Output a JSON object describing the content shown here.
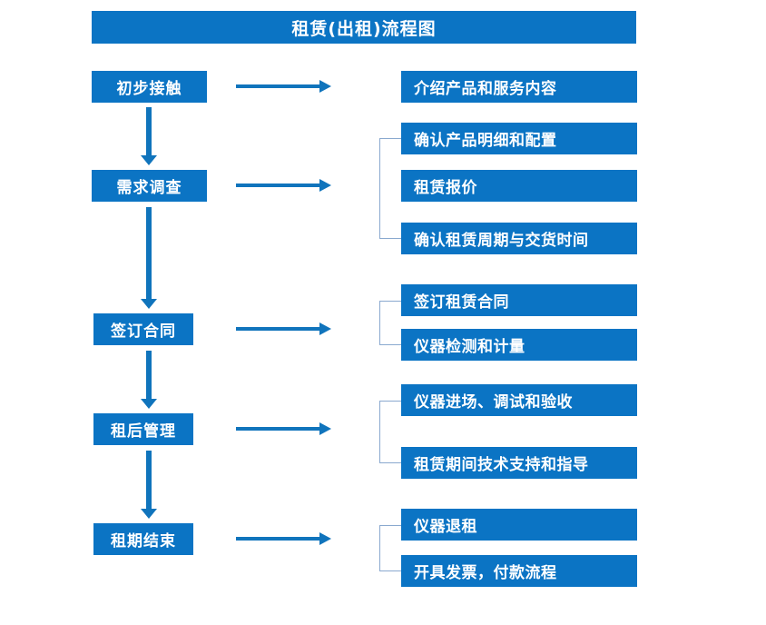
{
  "title": "租赁(出租)流程图",
  "colors": {
    "box_blue": "#0b74c4",
    "arrow_blue": "#1074bc",
    "bracket_blue": "#8aa9cf",
    "text_white": "#ffffff",
    "background": "#ffffff"
  },
  "stages": [
    {
      "label": "初步接触"
    },
    {
      "label": "需求调查"
    },
    {
      "label": "签订合同"
    },
    {
      "label": "租后管理"
    },
    {
      "label": "租期结束"
    }
  ],
  "details": [
    {
      "label": "介绍产品和服务内容"
    },
    {
      "label": "确认产品明细和配置"
    },
    {
      "label": "租赁报价"
    },
    {
      "label": "确认租赁周期与交货时间"
    },
    {
      "label": "签订租赁合同"
    },
    {
      "label": "仪器检测和计量"
    },
    {
      "label": "仪器进场、调试和验收"
    },
    {
      "label": "租赁期间技术支持和指导"
    },
    {
      "label": "仪器退租"
    },
    {
      "label": "开具发票，付款流程"
    }
  ],
  "groups": [
    {
      "stage": "初步接触",
      "details": [
        "介绍产品和服务内容"
      ]
    },
    {
      "stage": "需求调查",
      "details": [
        "确认产品明细和配置",
        "租赁报价",
        "确认租赁周期与交货时间"
      ]
    },
    {
      "stage": "签订合同",
      "details": [
        "签订租赁合同",
        "仪器检测和计量"
      ]
    },
    {
      "stage": "租后管理",
      "details": [
        "仪器进场、调试和验收",
        "租赁期间技术支持和指导"
      ]
    },
    {
      "stage": "租期结束",
      "details": [
        "仪器退租",
        "开具发票，付款流程"
      ]
    }
  ],
  "icons": {
    "right_arrow": "right-arrow-icon",
    "down_arrow": "down-arrow-icon",
    "bracket": "group-bracket-icon"
  }
}
